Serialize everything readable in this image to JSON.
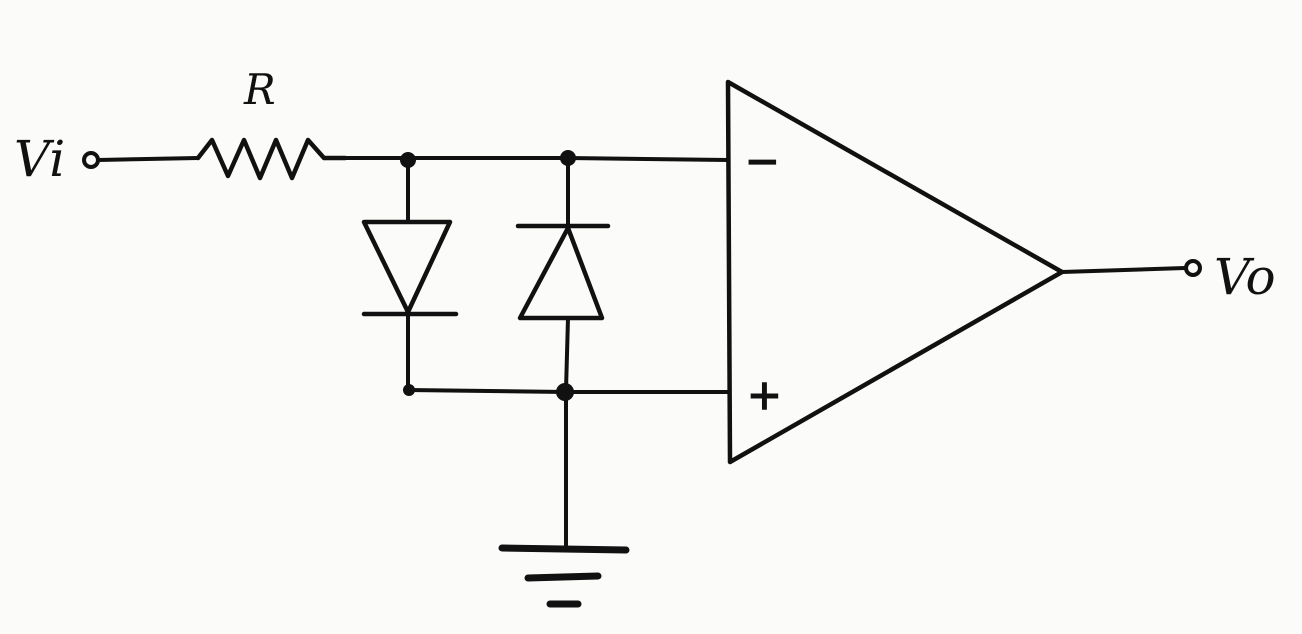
{
  "labels": {
    "input": "Vi",
    "output": "Vo",
    "resistor": "R",
    "inverting": "−",
    "noninverting": "+"
  },
  "colors": {
    "ink": "#111111",
    "paper": "#fbfbf9"
  }
}
